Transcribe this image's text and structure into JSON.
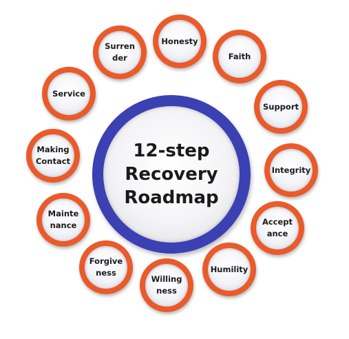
{
  "center": {
    "title": "12-step\nRecovery\nRoadmap"
  },
  "colors": {
    "hub_ring": "#3b40b3",
    "node_ring": "#ea5a2a",
    "text": "#1a1a1a"
  },
  "steps": [
    {
      "label": "Honesty"
    },
    {
      "label": "Faith"
    },
    {
      "label": "Support"
    },
    {
      "label": "Integrity"
    },
    {
      "label": "Accept\nance"
    },
    {
      "label": "Humility"
    },
    {
      "label": "Willing\nness"
    },
    {
      "label": "Forgive\nness"
    },
    {
      "label": "Mainte\nnance"
    },
    {
      "label": "Making\nContact"
    },
    {
      "label": "Service"
    },
    {
      "label": "Surren\nder"
    }
  ]
}
